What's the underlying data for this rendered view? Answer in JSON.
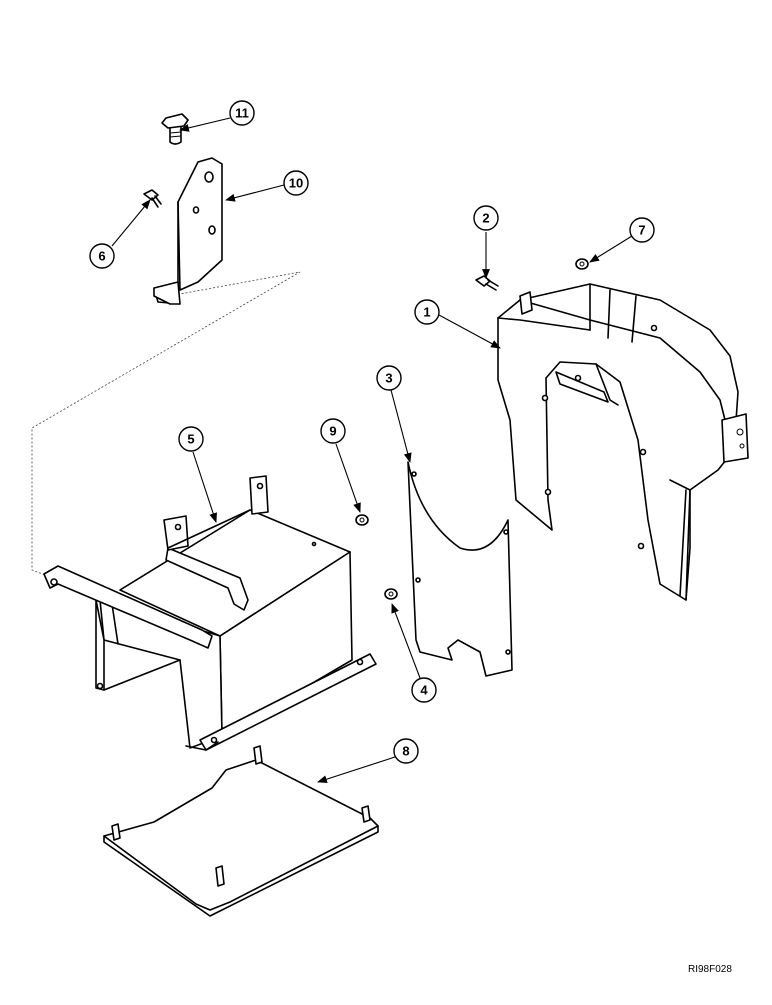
{
  "callouts": {
    "c1": "1",
    "c2": "2",
    "c3": "3",
    "c4": "4",
    "c5": "5",
    "c6": "6",
    "c7": "7",
    "c8": "8",
    "c9": "9",
    "c10": "10",
    "c11": "11"
  },
  "drawing_code": "RI98F028",
  "colors": {
    "ink": "#000000",
    "paper": "#ffffff"
  }
}
